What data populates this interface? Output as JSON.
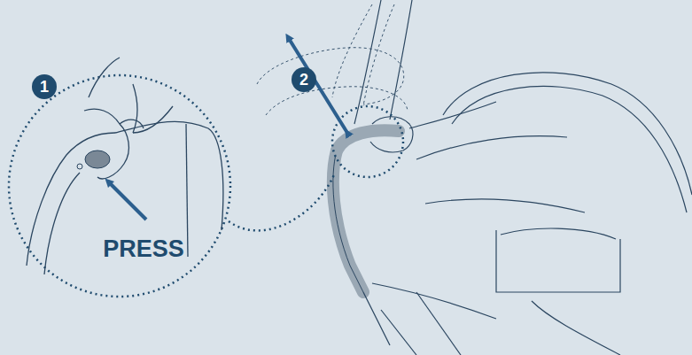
{
  "diagram": {
    "labels": [
      "1",
      "PRESS",
      "2"
    ]
  }
}
